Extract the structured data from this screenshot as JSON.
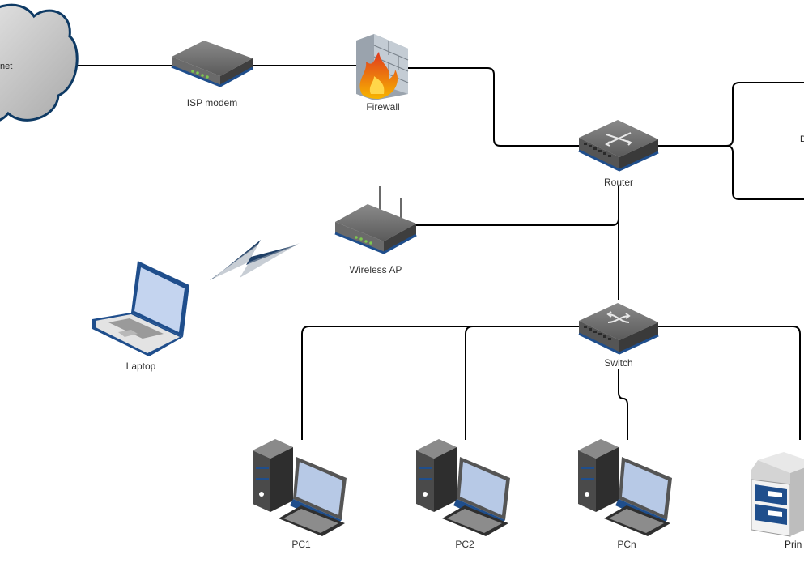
{
  "diagram": {
    "nodes": {
      "internet": {
        "label": "Internet",
        "visible_text": "net"
      },
      "isp_modem": {
        "label": "ISP modem"
      },
      "firewall": {
        "label": "Firewall"
      },
      "router": {
        "label": "Router"
      },
      "wireless_ap": {
        "label": "Wireless AP"
      },
      "laptop": {
        "label": "Laptop"
      },
      "switch": {
        "label": "Switch"
      },
      "pc1": {
        "label": "PC1"
      },
      "pc2": {
        "label": "PC2"
      },
      "pcn": {
        "label": "PCn"
      },
      "printer": {
        "label": "Prin"
      },
      "dmz": {
        "label": "D"
      }
    },
    "colors": {
      "cloud_fill": "#c8c8c8",
      "cloud_stroke": "#0e3a64",
      "device_dark": "#4a4a4a",
      "device_blue": "#1f4e8c",
      "screen": "#b7c9e6",
      "link": "#000000"
    }
  }
}
